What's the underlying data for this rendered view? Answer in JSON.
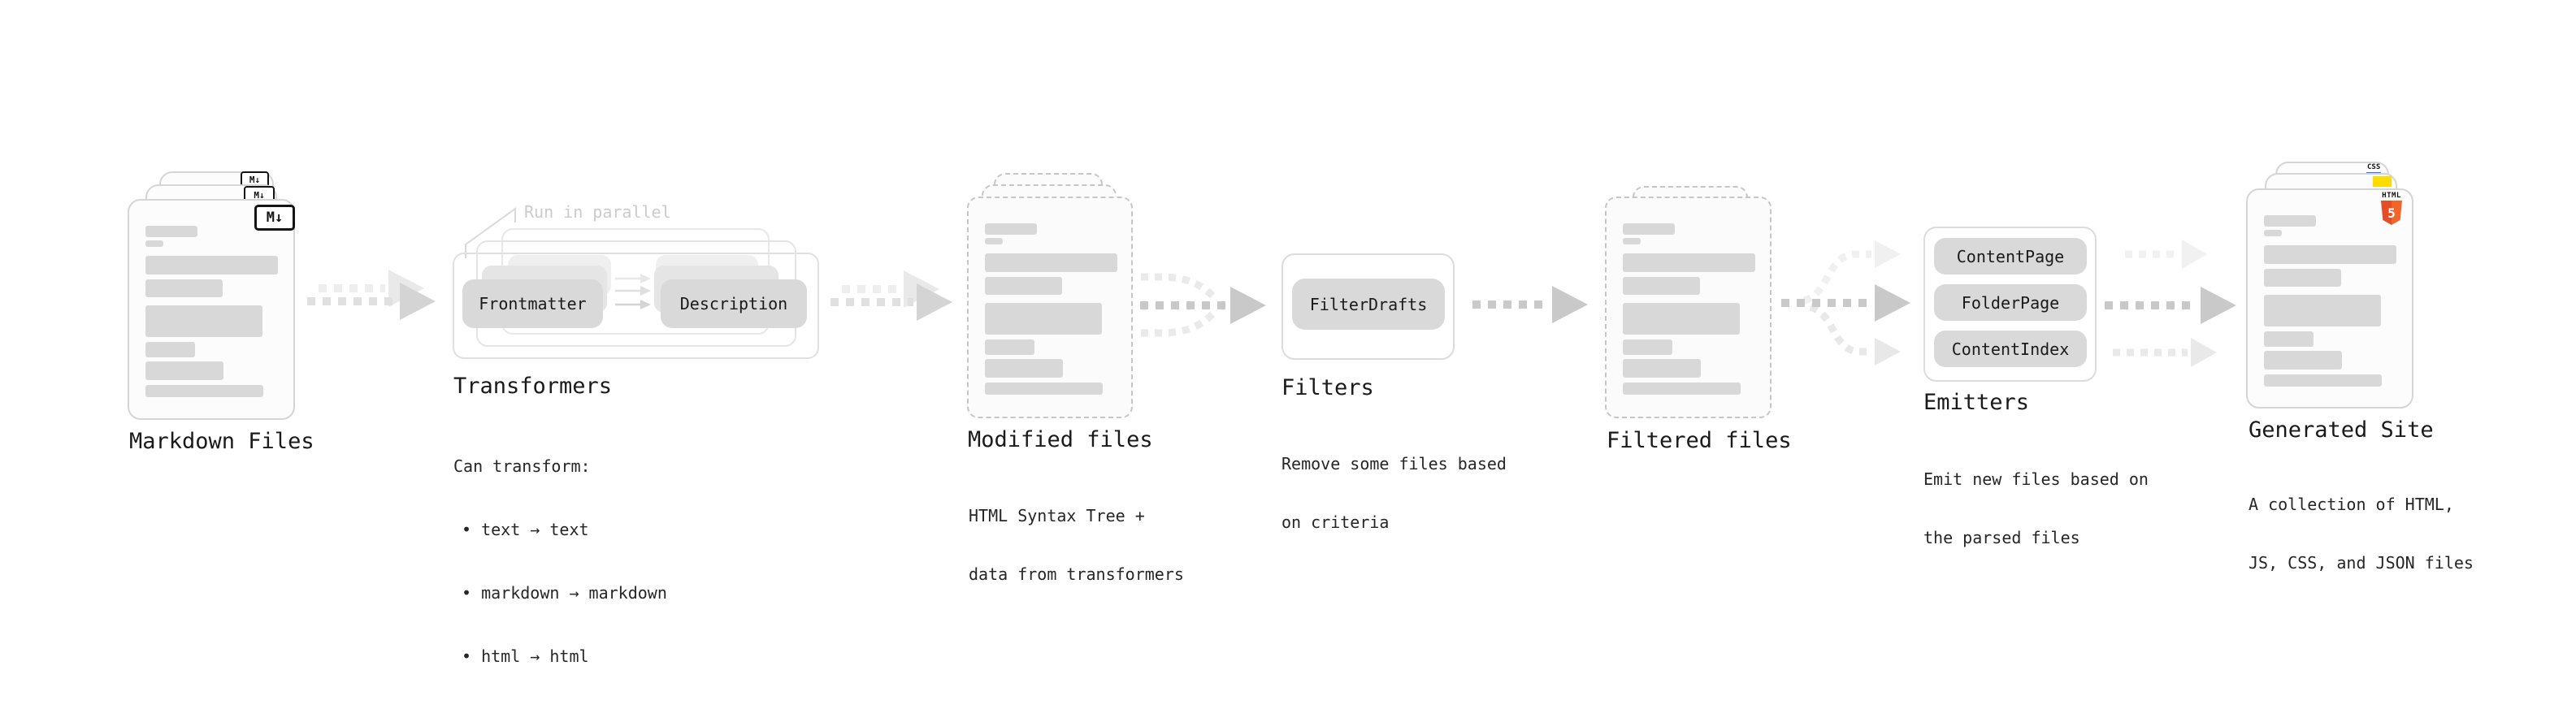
{
  "diagram": {
    "markdown": {
      "title": "Markdown Files",
      "badge": "M↓"
    },
    "transformers": {
      "note": "Run in parallel",
      "box_frontmatter": "Frontmatter",
      "box_description": "Description",
      "title": "Transformers",
      "desc_line1": "Can transform:",
      "bullet1": "• text → text",
      "bullet2": "• markdown → markdown",
      "bullet3": "• html → html"
    },
    "modified": {
      "title": "Modified files",
      "desc_line1": "HTML Syntax Tree +",
      "desc_line2": "data from transformers"
    },
    "filters": {
      "box_filterdrafts": "FilterDrafts",
      "title": "Filters",
      "desc_line1": "Remove some files based",
      "desc_line2": "on criteria"
    },
    "filtered": {
      "title": "Filtered files"
    },
    "emitters": {
      "box_contentpage": "ContentPage",
      "box_folderpage": "FolderPage",
      "box_contentindex": "ContentIndex",
      "title": "Emitters",
      "desc_line1": "Emit new files based on",
      "desc_line2": "the parsed files"
    },
    "generated": {
      "title": "Generated Site",
      "desc_line1": "A collection of HTML,",
      "desc_line2": "JS, CSS, and JSON files",
      "badge_css": "CSS",
      "badge_html_label": "HTML",
      "badge_html_number": "5"
    },
    "colors": {
      "heading_text": "#1a1a1a",
      "body_text": "#262626",
      "note_text": "#cbcbcb",
      "doc_bar": "#d8d8d8",
      "chip_bg": "#d9d9d9",
      "card_border": "#d5d5d5",
      "dashed_border": "#c6c6c6",
      "frame_border": "#e0e0e0",
      "arrow_main": "#c9c9c9",
      "arrow_soft": "#dedede",
      "arrow_faint": "#f0f0f0",
      "html5_orange": "#e44d26",
      "js_yellow": "#ffdc00",
      "css_blue": "#2f6bff",
      "badge_border": "#141414"
    }
  }
}
